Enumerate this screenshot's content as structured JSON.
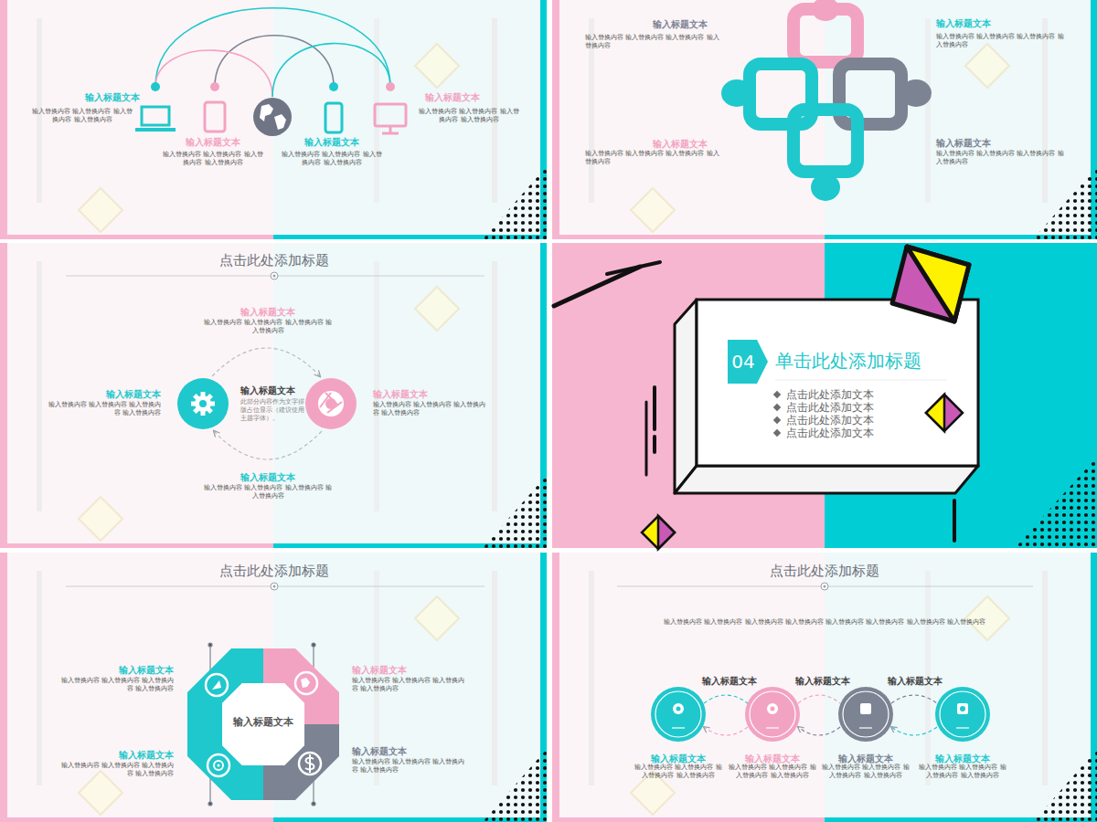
{
  "diagram": {
    "nodes": [
      {
        "text": [
          "单击此处添加标题",
          "点击此处添加文本",
          "点击此处添加文本",
          "点击此处添加文本",
          "点击此处添加文本"
        ]
      },
      {
        "text": [
          "04"
        ],
        "in": 0
      },
      {
        "text": [
          "输入标题文本"
        ]
      }
    ],
    "labels": [
      "输入标题文本",
      "输入替换内容 输入替换内容 输入替换内容 输入替换内容",
      "输入标题文本",
      "输入替换内容 输入替换内容 输入替换内容 输入替换内容",
      "输入标题文本",
      "输入替换内容 输入替换内容 输入替换内容 输入替换内容",
      "输入标题文本",
      "输入替换内容 输入替换内容 输入替换内容 输入替换内容",
      "输入标题文本",
      "输入替换内容 输入替换内容 输入替换内容 输入替换内容",
      "输入标题文本",
      "输入替换内容 输入替换内容 输入替换内容 输入替换内容",
      "输入标题文本",
      "输入替换内容 输入替换内容 输入替换内容 输入替换内容",
      "输入标题文本",
      "输入替换内容 输入替换内容 输入替换内容 输入替换内容",
      "点击此处添加标题",
      "输入标题文本",
      "输入替换内容 输入替换内容 输入替换内容 输入替换内容",
      "输入标题文本",
      "输入替换内容 输入替换内容 输入替换内容 输入替换内容",
      "输入标题文本",
      "此部分内容作为文字排版占位显示（建议使用主题字体）。",
      "输入标题文本",
      "输入替换内容 输入替换内容 输入替换内容 输入替换内容",
      "输入标题文本",
      "输入替换内容 输入替换内容 输入替换内容 输入替换内容",
      "点击此处添加标题",
      "输入标题文本",
      "输入替换内容 输入替换内容 输入替换内容 输入替换内容",
      "输入标题文本",
      "输入替换内容 输入替换内容 输入替换内容 输入替换内容",
      "输入标题文本",
      "输入替换内容 输入替换内容 输入替换内容 输入替换内容",
      "输入标题文本",
      "输入替换内容 输入替换内容 输入替换内容 输入替换内容",
      "点击此处添加标题",
      "输入替换内容 输入替换内容 输入替换内容 输入替换内容 输入替换内容 输入替换内容 输入替换内容 输入替换内容",
      "输入标题文本",
      "输入标题文本",
      "输入标题文本",
      "输入标题文本",
      "输入替换内容 输入替换内容 输入替换内容 输入替换内容",
      "输入标题文本",
      "输入替换内容 输入替换内容 输入替换内容 输入替换内容",
      "输入标题文本",
      "输入替换内容 输入替换内容 输入替换内容 输入替换内容",
      "输入标题文本",
      "输入替换内容 输入替换内容 输入替换内容 输入替换内容"
    ]
  }
}
